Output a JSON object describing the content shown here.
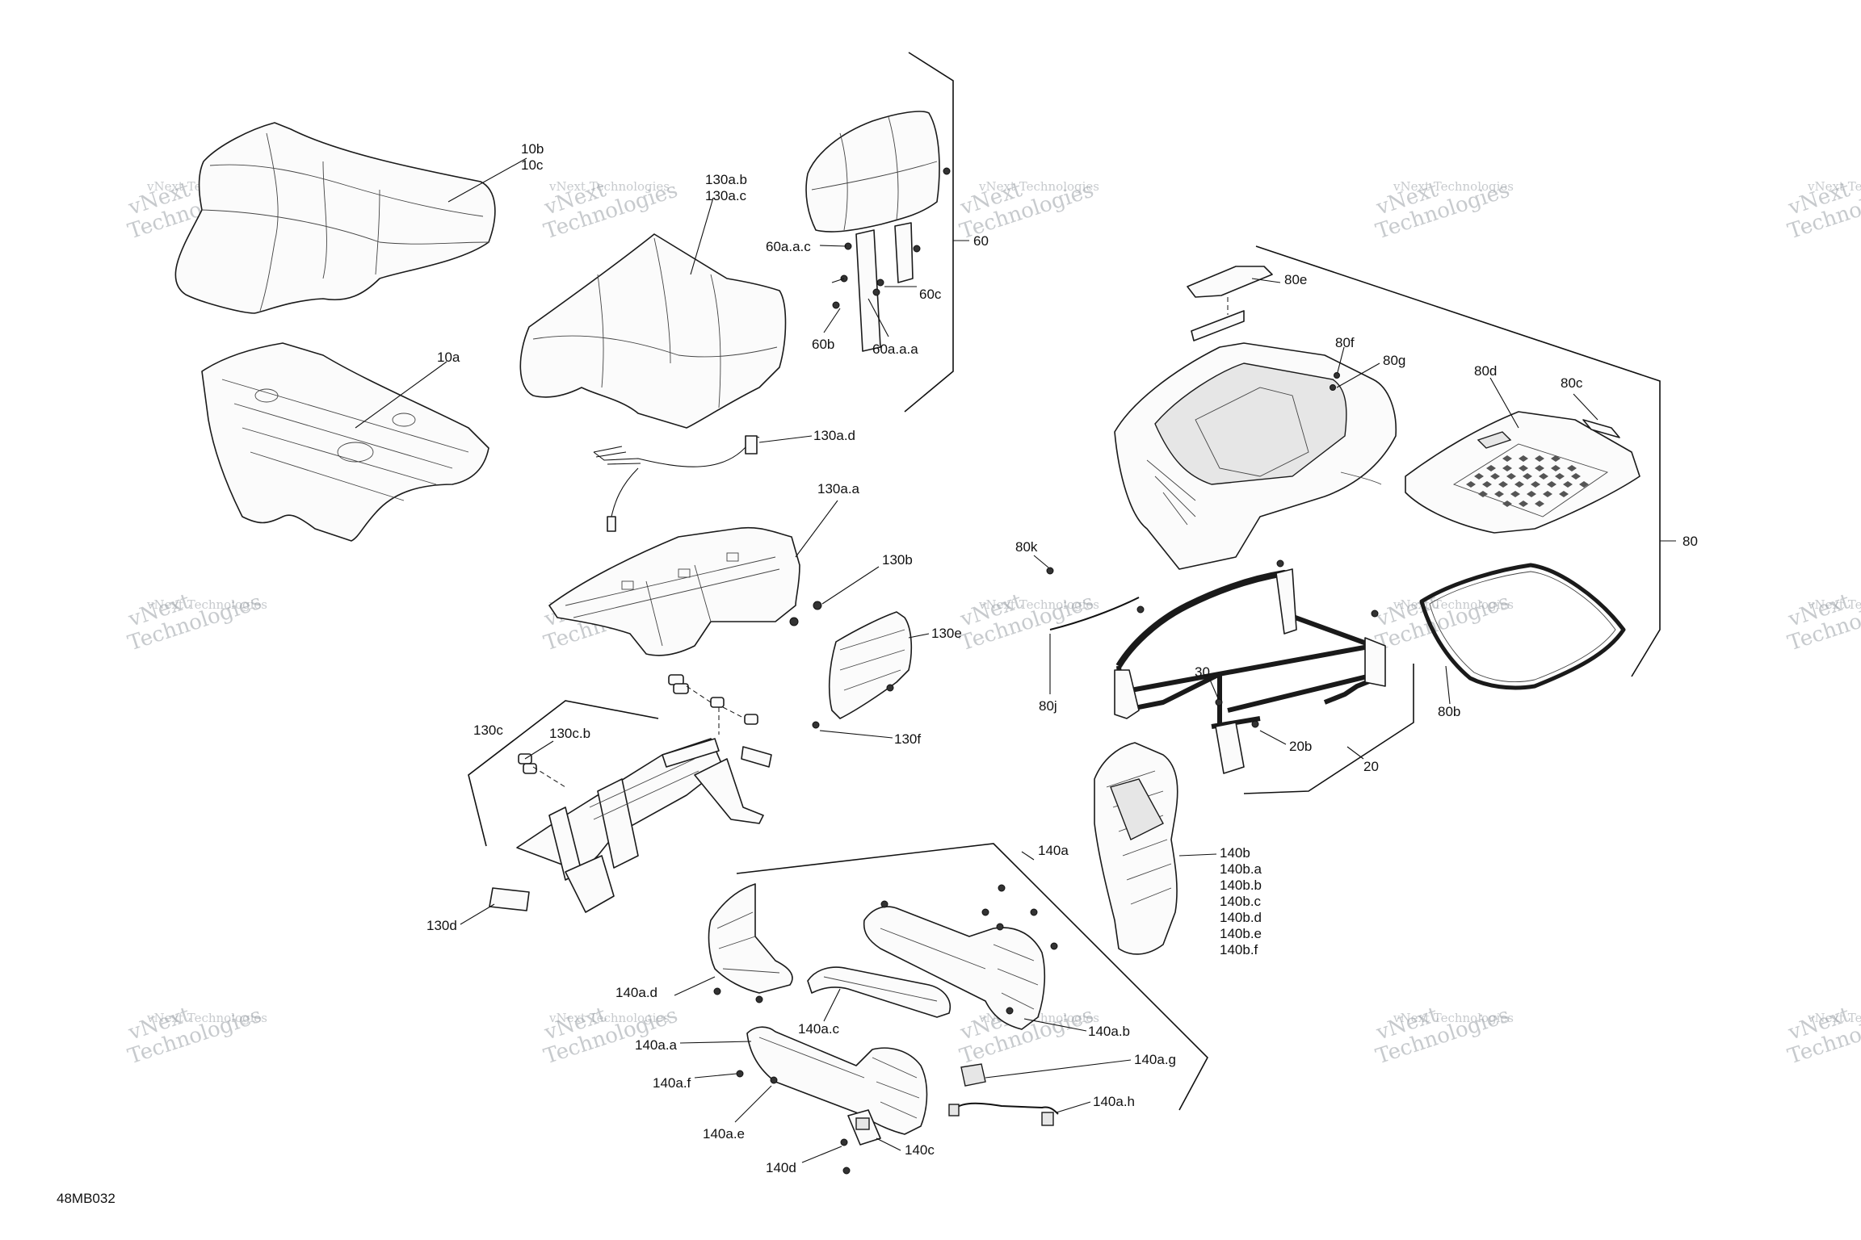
{
  "diagram": {
    "code": "48MB032",
    "watermark": {
      "line1": "vNext Technologies",
      "line2": "vNext",
      "line3": "Technologies"
    },
    "callouts": {
      "c10b": "10b",
      "c10c": "10c",
      "c10a": "10a",
      "c130ab": "130a.b",
      "c130ac": "130a.c",
      "c60aac": "60a.a.c",
      "c60": "60",
      "c60c": "60c",
      "c60b": "60b",
      "c60aaa": "60a.a.a",
      "c130ad": "130a.d",
      "c130aa": "130a.a",
      "c130b": "130b",
      "c130e": "130e",
      "c130f": "130f",
      "c130c": "130c",
      "c130cb": "130c.b",
      "c130d": "130d",
      "c80e": "80e",
      "c80f": "80f",
      "c80g": "80g",
      "c80d": "80d",
      "c80c": "80c",
      "c80": "80",
      "c80k": "80k",
      "c80j": "80j",
      "c80b": "80b",
      "c30": "30",
      "c20b": "20b",
      "c20": "20",
      "c140a": "140a",
      "c140b": "140b",
      "c140ba": "140b.a",
      "c140bb": "140b.b",
      "c140bc": "140b.c",
      "c140bd": "140b.d",
      "c140be": "140b.e",
      "c140bf": "140b.f",
      "c140ad": "140a.d",
      "c140ac": "140a.c",
      "c140ab": "140a.b",
      "c140aa": "140a.a",
      "c140af": "140a.f",
      "c140ae": "140a.e",
      "c140ag": "140a.g",
      "c140ah": "140a.h",
      "c140c": "140c",
      "c140d": "140d"
    }
  }
}
